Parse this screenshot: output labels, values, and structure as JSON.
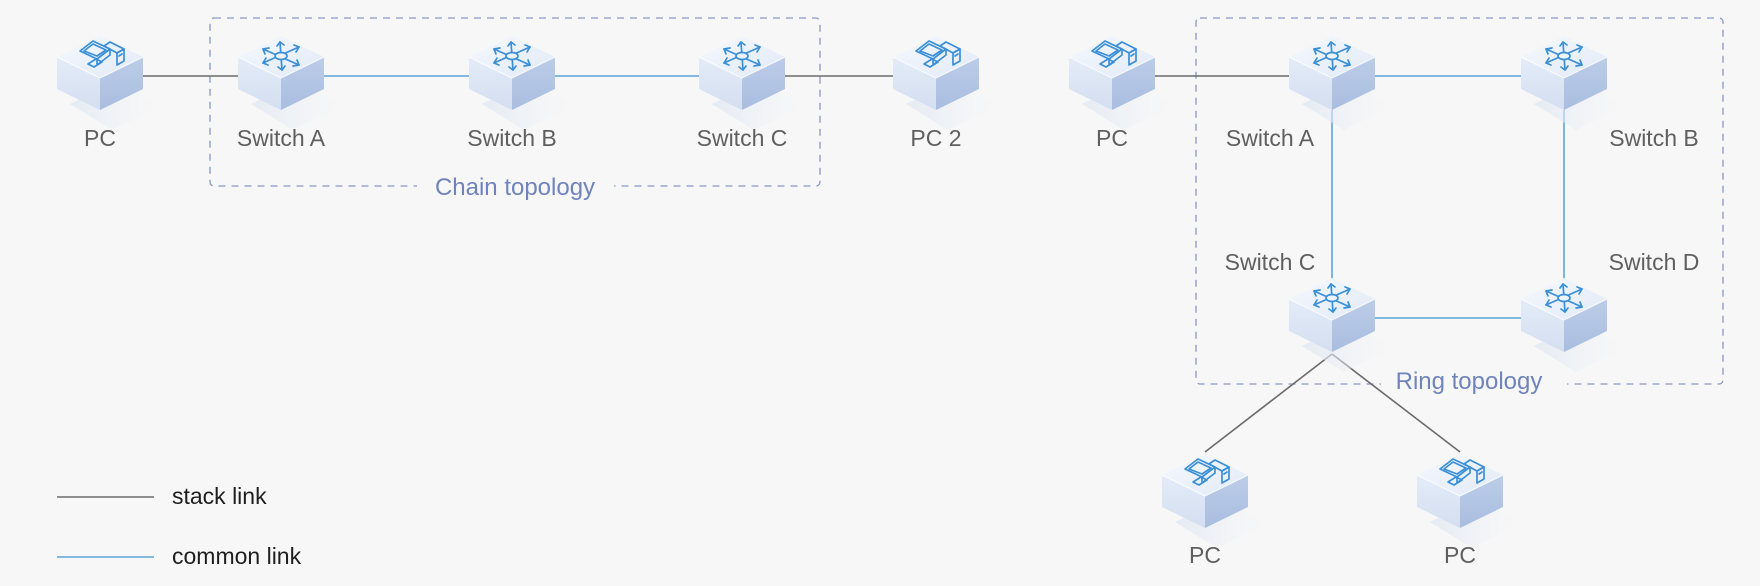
{
  "colors": {
    "stack_link": "#6b6b6b",
    "common_link": "#58a6de",
    "group_border": "#8a97c8",
    "group_label": "#6f84bd",
    "device_icon": "#3a8fd6"
  },
  "chain": {
    "title": "Chain topology",
    "pc_left": "PC",
    "switch_a": "Switch A",
    "switch_b": "Switch B",
    "switch_c": "Switch C",
    "pc_right": "PC 2"
  },
  "ring": {
    "title": "Ring topology",
    "pc_uplink": "PC",
    "switch_a": "Switch A",
    "switch_b": "Switch B",
    "switch_c": "Switch C",
    "switch_d": "Switch D",
    "pc_left": "PC",
    "pc_right": "PC"
  },
  "legend": {
    "stack_link": "stack link",
    "common_link": "common link"
  },
  "icons": {
    "pc": "computer-icon",
    "switch": "switch-icon"
  }
}
